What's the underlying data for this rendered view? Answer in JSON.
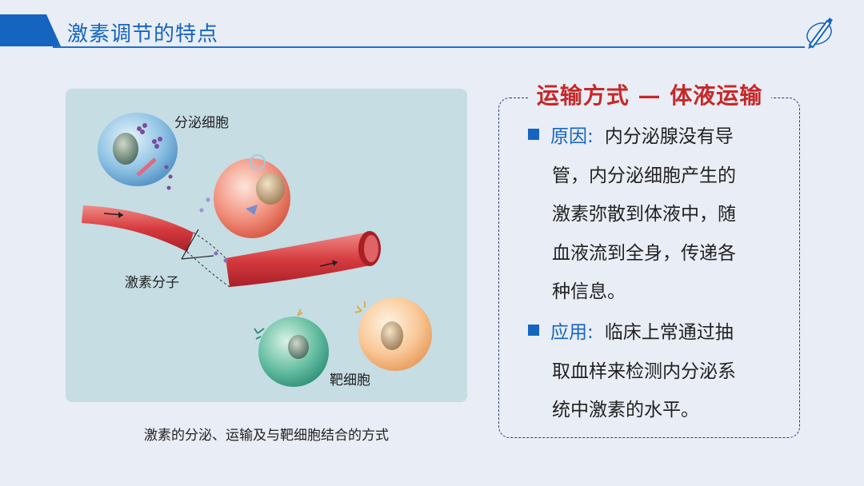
{
  "header": {
    "title": "激素调节的特点",
    "pen_icon": "pen-icon"
  },
  "figure": {
    "labels": {
      "secretory_cell": "分泌细胞",
      "hormone_molecule": "激素分子",
      "target_cell": "靶细胞"
    },
    "caption": "激素的分泌、运输及与靶细胞结合的方式"
  },
  "box": {
    "title": "运输方式 — 体液运输",
    "items": [
      {
        "key": "原因:",
        "lines": [
          "内分泌腺没有导",
          "管，内分泌细胞产生的",
          "激素弥散到体液中，随",
          "血液流到全身，传递各",
          "种信息。"
        ]
      },
      {
        "key": "应用:",
        "lines": [
          "临床上常通过抽",
          "取血样来检测内分泌系",
          "统中激素的水平。"
        ]
      }
    ]
  },
  "colors": {
    "accent_blue": "#1565c0",
    "title_red": "#c62828",
    "panel_bg": "#c5dde3"
  }
}
